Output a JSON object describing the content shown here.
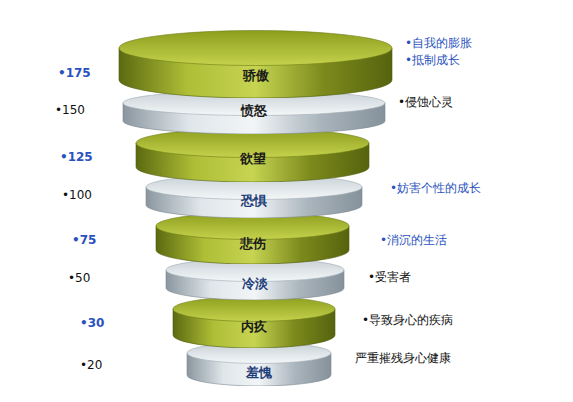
{
  "diagram": {
    "nodes": [
      {
        "text": [
          "骄傲"
        ]
      },
      {
        "text": [
          "愤怒"
        ]
      },
      {
        "text": [
          "欲望"
        ]
      },
      {
        "text": [
          "恐惧"
        ]
      },
      {
        "text": [
          "悲伤"
        ]
      },
      {
        "text": [
          "冷淡"
        ]
      },
      {
        "text": [
          "内疚"
        ]
      },
      {
        "text": [
          "羞愧"
        ]
      }
    ],
    "labels": [
      "•175",
      "•自我的膨胀",
      "•抵制成长",
      "•150",
      "•侵蚀心灵",
      "•125",
      "•100",
      "•妨害个性的成长",
      "•75",
      "•消沉的生活",
      "•50",
      "•受害者",
      "•30",
      "•导致身心的疾病",
      "•20",
      "严重摧残身心健康"
    ]
  }
}
